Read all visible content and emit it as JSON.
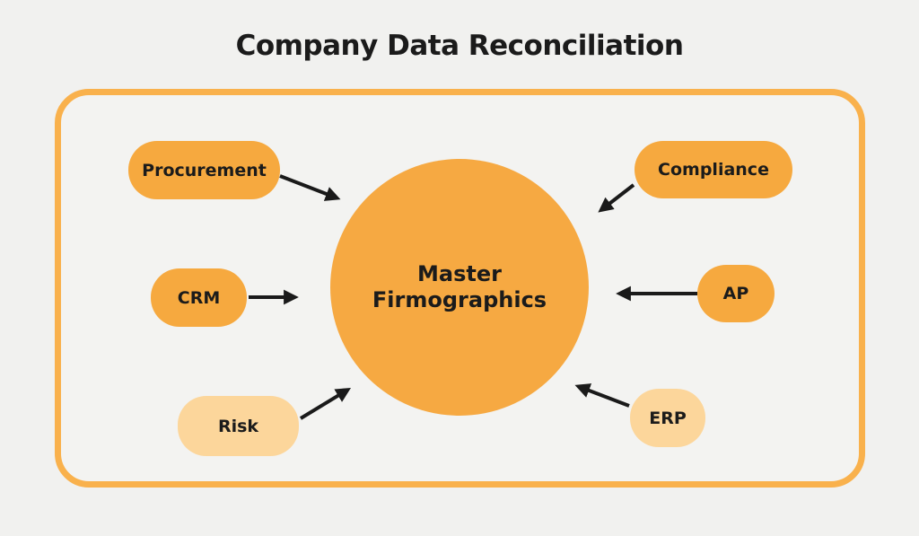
{
  "title": "Company Data Reconciliation",
  "colors": {
    "page_background": "#F1F1EF",
    "panel_background": "#F3F3F1",
    "panel_border": "#F9B14C",
    "node_fill_orange": "#F6A93F",
    "node_fill_light": "#FCD69B",
    "center_fill": "#F6A942",
    "text": "#1B1B1B",
    "arrow": "#1A1A1A"
  },
  "diagram": {
    "center_node": {
      "label": "Master Firmographics",
      "label_lines": [
        "Master",
        "Firmographics"
      ]
    },
    "source_nodes": [
      {
        "id": "procurement",
        "label": "Procurement",
        "fill": "orange"
      },
      {
        "id": "crm",
        "label": "CRM",
        "fill": "orange"
      },
      {
        "id": "risk",
        "label": "Risk",
        "fill": "light"
      },
      {
        "id": "compliance",
        "label": "Compliance",
        "fill": "orange"
      },
      {
        "id": "ap",
        "label": "AP",
        "fill": "orange"
      },
      {
        "id": "erp",
        "label": "ERP",
        "fill": "light"
      }
    ],
    "connections": [
      {
        "from": "Procurement",
        "to": "Master Firmographics"
      },
      {
        "from": "CRM",
        "to": "Master Firmographics"
      },
      {
        "from": "Risk",
        "to": "Master Firmographics"
      },
      {
        "from": "Compliance",
        "to": "Master Firmographics"
      },
      {
        "from": "AP",
        "to": "Master Firmographics"
      },
      {
        "from": "ERP",
        "to": "Master Firmographics"
      }
    ]
  }
}
